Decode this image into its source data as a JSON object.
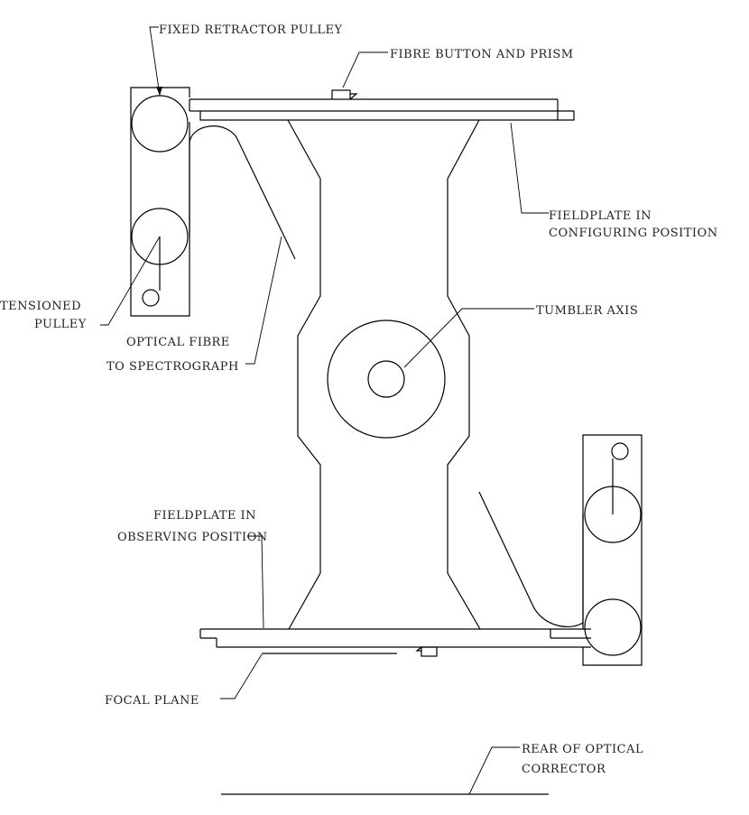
{
  "labels": {
    "fixed_retractor_pulley": "FIXED RETRACTOR PULLEY",
    "fibre_button_and_prism": "FIBRE BUTTON AND PRISM",
    "fieldplate_configuring": [
      "FIELDPLATE IN",
      "CONFIGURING POSITION"
    ],
    "tensioned_pulley": [
      "TENSIONED",
      "PULLEY"
    ],
    "optical_fibre": [
      "OPTICAL FIBRE",
      "TO SPECTROGRAPH"
    ],
    "tumbler_axis": "TUMBLER AXIS",
    "fieldplate_observing": [
      "FIELDPLATE IN",
      "OBSERVING POSITION"
    ],
    "focal_plane": "FOCAL PLANE",
    "rear_optical_corrector": [
      "REAR OF OPTICAL",
      "CORRECTOR"
    ]
  },
  "colors": {
    "line": "#000000",
    "text": "#222222",
    "background": "#ffffff"
  }
}
